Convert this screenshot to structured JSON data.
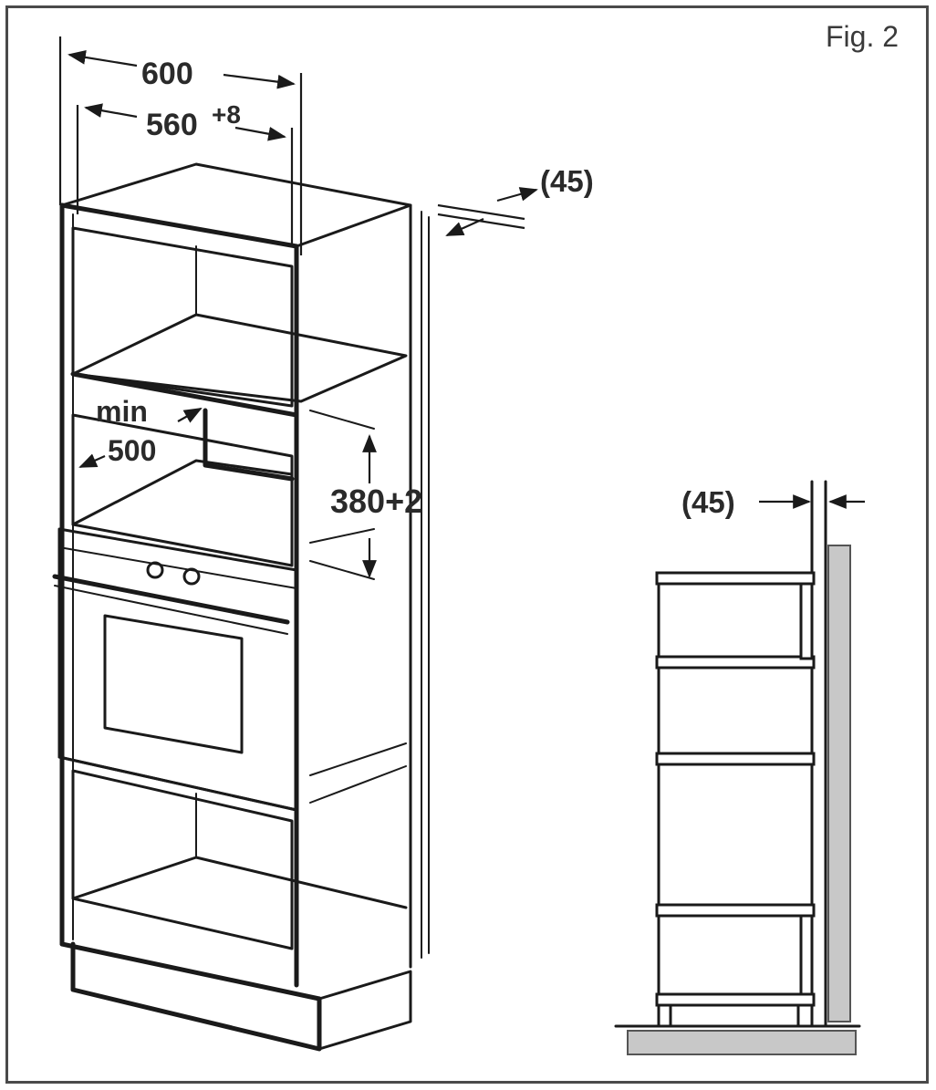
{
  "figure": {
    "label": "Fig. 2",
    "dimensions": {
      "width_outer": "600",
      "width_inner_base": "560",
      "width_inner_tol": "+8",
      "rear_gap_top": "(45)",
      "min_label": "min",
      "depth_min": "500",
      "height_opening": "380+2",
      "rear_gap_side": "(45)"
    }
  }
}
